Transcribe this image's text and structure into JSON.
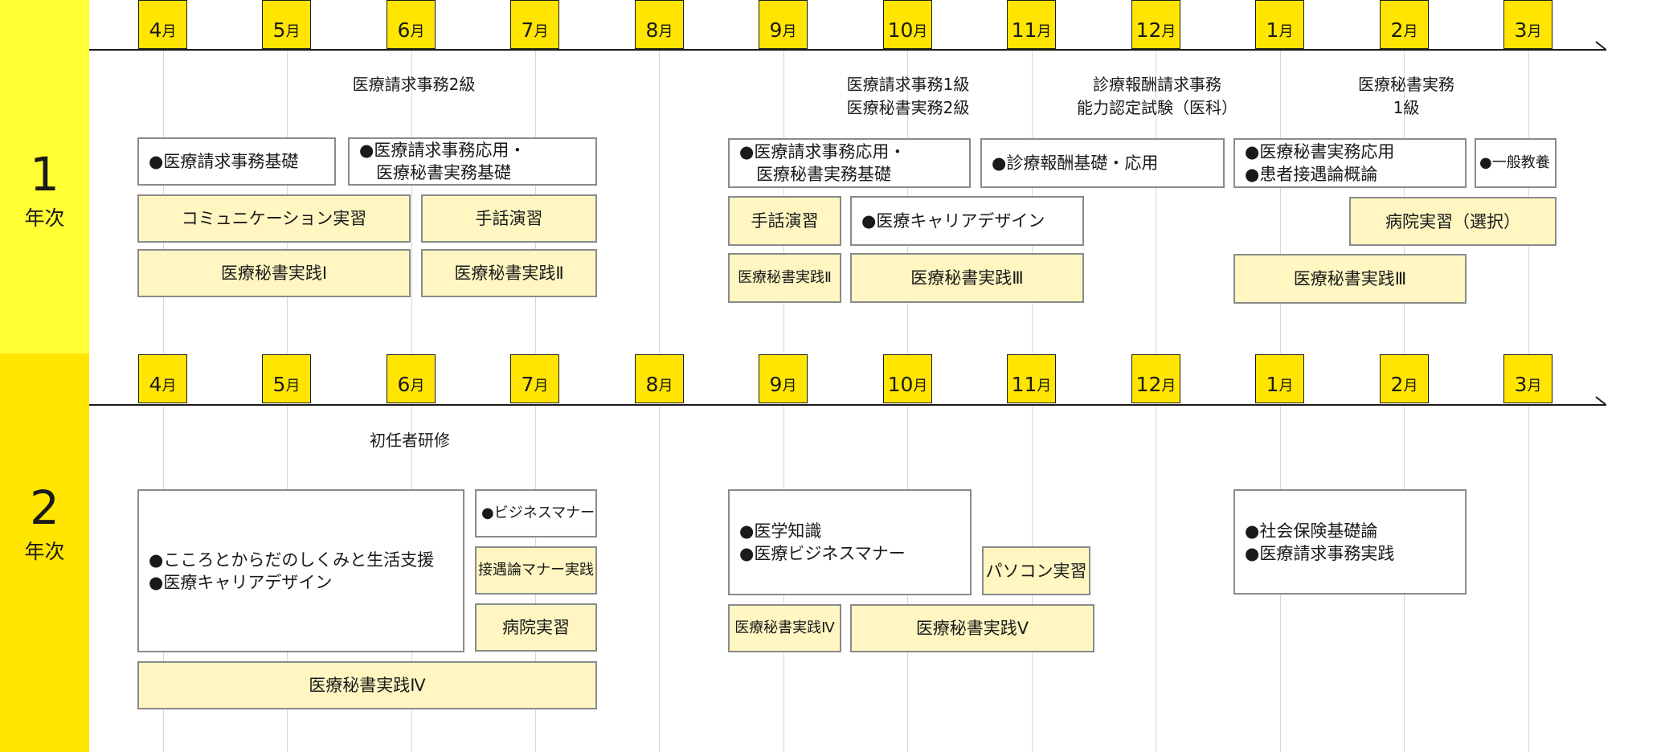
{
  "colors": {
    "band_year1": "#ffff33",
    "band_year2": "#ffe500",
    "month_fill": "#ffe500",
    "practice_fill": "#fff6c2"
  },
  "months": [
    {
      "num": "4",
      "suffix": "月"
    },
    {
      "num": "5",
      "suffix": "月"
    },
    {
      "num": "6",
      "suffix": "月"
    },
    {
      "num": "7",
      "suffix": "月"
    },
    {
      "num": "8",
      "suffix": "月"
    },
    {
      "num": "9",
      "suffix": "月"
    },
    {
      "num": "10",
      "suffix": "月"
    },
    {
      "num": "11",
      "suffix": "月"
    },
    {
      "num": "12",
      "suffix": "月"
    },
    {
      "num": "1",
      "suffix": "月"
    },
    {
      "num": "2",
      "suffix": "月"
    },
    {
      "num": "3",
      "suffix": "月"
    }
  ],
  "years": [
    {
      "number": "1",
      "unit": "年次",
      "exams": [
        {
          "text": "医療請求事務2級"
        },
        {
          "text": "医療請求事務1級\n医療秘書実務2級"
        },
        {
          "text": "診療報酬請求事務\n能力認定試験（医科）"
        },
        {
          "text": "医療秘書実務\n1級"
        }
      ],
      "blocks": [
        {
          "text": "●医療請求事務基礎"
        },
        {
          "text": "●医療請求事務応用・\n　医療秘書実務基礎"
        },
        {
          "text": "コミュニケーション実習"
        },
        {
          "text": "手話演習"
        },
        {
          "text": "医療秘書実践Ⅰ"
        },
        {
          "text": "医療秘書実践Ⅱ"
        },
        {
          "text": "●医療請求事務応用・\n　医療秘書実務基礎"
        },
        {
          "text": "手話演習"
        },
        {
          "text": "●医療キャリアデザイン"
        },
        {
          "text": "医療秘書実践Ⅱ"
        },
        {
          "text": "医療秘書実践Ⅲ"
        },
        {
          "text": "●診療報酬基礎・応用"
        },
        {
          "text": "●医療秘書実務応用\n●患者接遇論概論"
        },
        {
          "text": "●一般教養"
        },
        {
          "text": "病院実習（選択）"
        },
        {
          "text": "医療秘書実践Ⅲ"
        }
      ]
    },
    {
      "number": "2",
      "unit": "年次",
      "exams": [
        {
          "text": "初任者研修"
        }
      ],
      "blocks": [
        {
          "text": "●こころとからだのしくみと生活支援\n●医療キャリアデザイン"
        },
        {
          "text": "●ビジネスマナー"
        },
        {
          "text": "接遇論マナー実践"
        },
        {
          "text": "病院実習"
        },
        {
          "text": "医療秘書実践Ⅳ"
        },
        {
          "text": "●医学知識\n●医療ビジネスマナー"
        },
        {
          "text": "パソコン実習"
        },
        {
          "text": "医療秘書実践Ⅳ"
        },
        {
          "text": "医療秘書実践Ⅴ"
        },
        {
          "text": "●社会保険基礎論\n●医療請求事務実践"
        }
      ]
    }
  ]
}
